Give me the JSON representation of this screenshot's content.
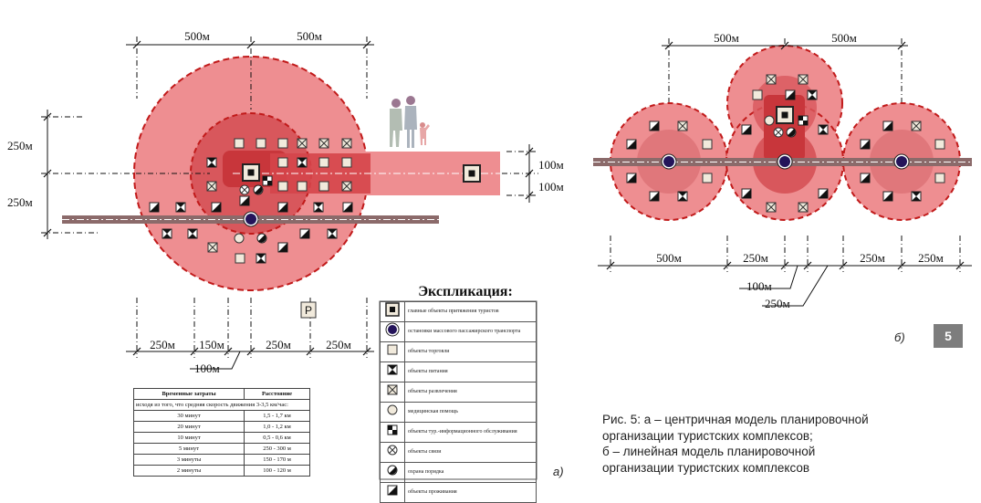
{
  "diagram_a": {
    "dim_top": [
      "500м",
      "500м"
    ],
    "dim_left": [
      "250м",
      "250м"
    ],
    "dim_right": [
      "100м",
      "100м"
    ],
    "dim_bottom": [
      "250м",
      "150м",
      "250м",
      "250м"
    ],
    "dim_bottom_sub": "100м",
    "parking_label": "P",
    "label": "а)"
  },
  "diagram_b": {
    "dim_top": [
      "500м",
      "500м"
    ],
    "dim_bottom": [
      "500м",
      "250м",
      "250м",
      "250м"
    ],
    "dim_sub": [
      "100м",
      "250м"
    ],
    "label": "б)"
  },
  "legend": {
    "title": "Экспликация:",
    "items": [
      {
        "icon": "main-attraction",
        "text": "главные объекты притяжения туристов"
      },
      {
        "icon": "transit-stop",
        "text": "остановки массового пассажирского транспорта"
      },
      {
        "icon": "trade",
        "text": "объекты торговли"
      },
      {
        "icon": "food",
        "text": "объекты питания"
      },
      {
        "icon": "entertainment",
        "text": "объекты развлечения"
      },
      {
        "icon": "medical",
        "text": "медицинская помощь"
      },
      {
        "icon": "tourist-info",
        "text": "объекты тур.-информационного обслуживания"
      },
      {
        "icon": "communication",
        "text": "объекты связи"
      },
      {
        "icon": "police",
        "text": "охрана порядка"
      },
      {
        "icon": "lodging",
        "text": "объекты проживания"
      }
    ]
  },
  "time_table": {
    "headers": [
      "Временные затраты",
      "Расстояние"
    ],
    "note": "исходя из того, что средняя скорость движения 3-3,5 км/час:",
    "rows": [
      [
        "30 минут",
        "1,5 - 1,7 км"
      ],
      [
        "20 минут",
        "1,0 - 1,2 км"
      ],
      [
        "10 минут",
        "0,5 - 0,6 км"
      ],
      [
        "5 минут",
        "250 - 300 м"
      ],
      [
        "3 минуты",
        "150 - 170 м"
      ],
      [
        "2 минуты",
        "100 - 120 м"
      ]
    ]
  },
  "caption": {
    "lines": [
      "Рис. 5: а – центричная модель планировочной",
      "организации туристских комплексов;",
      "б – линейная модель планировочной",
      "организации туристских комплексов"
    ]
  },
  "page_number": "5",
  "colors": {
    "zone_outer": "#ee8e91",
    "zone_ring": "#d8575c",
    "zone_core": "#c8363b",
    "road": "#8b6a6a",
    "stop": "#24145a",
    "dash": "#c11a1a"
  }
}
